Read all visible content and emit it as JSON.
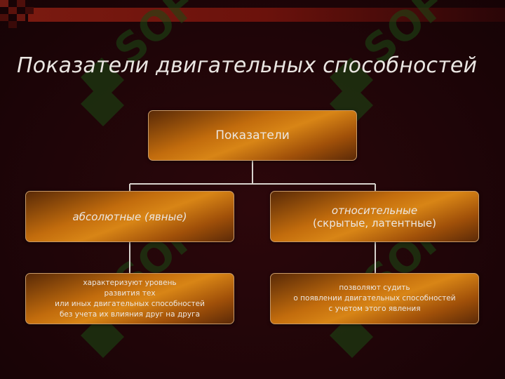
{
  "slide": {
    "title": "Показатели двигательных способностей"
  },
  "diagram": {
    "root": {
      "label": "Показатели"
    },
    "branches": [
      {
        "label": "абсолютные (явные)",
        "description_lines": [
          "характеризуют уровень",
          "развития тех",
          "или иных двигательных способностей",
          "без учета их влияния друг на друга"
        ]
      },
      {
        "label_line1": "относительные",
        "label_line2": "(скрытые, латентные)",
        "description_lines": [
          "позволяют судить",
          "о появлении двигательных способностей",
          "с учетом этого явления"
        ]
      }
    ]
  },
  "colors": {
    "background": "#1f0508",
    "box_fill": "#c26c0d",
    "box_border": "#c99a68",
    "connector": "#d7d2cc",
    "text": "#ece7e2",
    "watermark": "#1b4a14"
  }
}
